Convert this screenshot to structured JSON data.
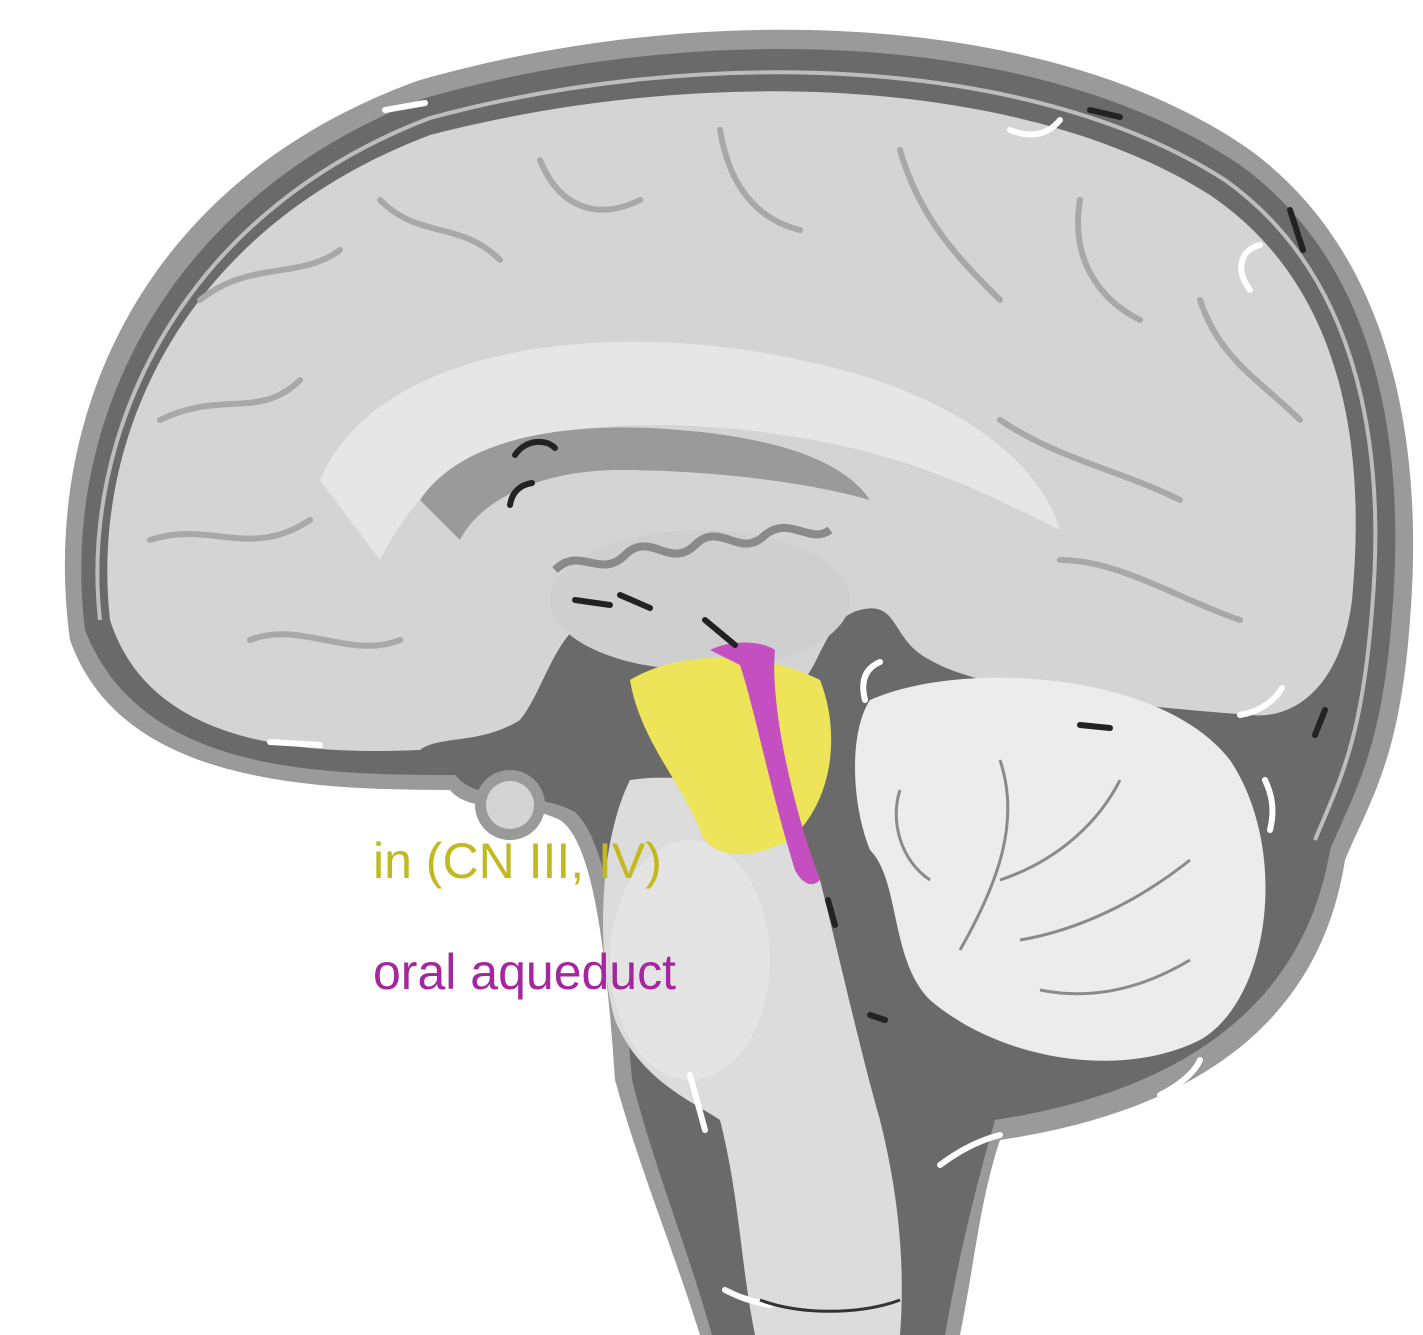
{
  "labels": {
    "midbrain": "in (CN III, IV)",
    "aqueduct": "oral aqueduct"
  },
  "colors": {
    "midbrain": "#c2b820",
    "aqueduct": "#a4279e",
    "highlight_midbrain": "#eee45a",
    "highlight_aqueduct": "#c44fc0",
    "brain": "#d4d4d4",
    "csf_space": "#6a6a6a",
    "skull_outline": "#9a9a9a"
  },
  "arrows": {
    "white_arrow_icon": "white CSF flow arrow",
    "black_arrow_icon": "black CSF flow arrow"
  }
}
